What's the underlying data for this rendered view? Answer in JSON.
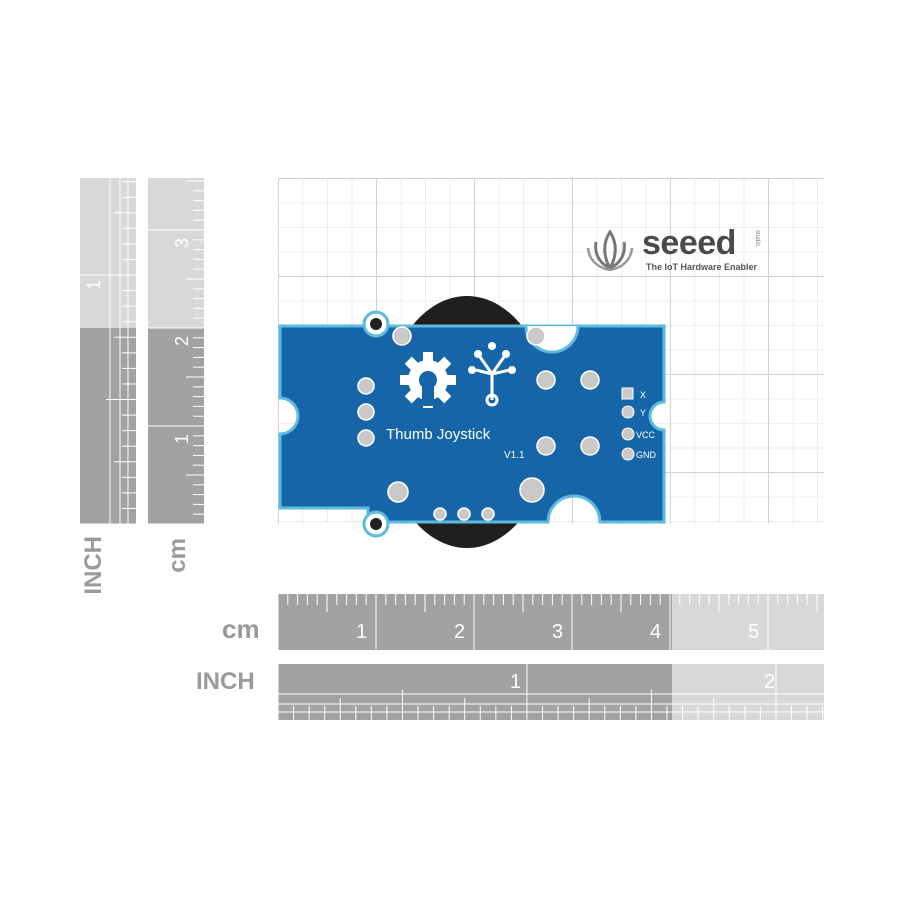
{
  "brand": {
    "name": "seeed",
    "side_text": "studio",
    "tagline": "The IoT Hardware Enabler"
  },
  "board": {
    "title": "Thumb Joystick",
    "version": "V1.1",
    "pins": [
      "X",
      "Y",
      "VCC",
      "GND"
    ],
    "color": "#1565a8"
  },
  "rulers": {
    "cm_label": "cm",
    "inch_label": "INCH",
    "h_cm_ticks": [
      "1",
      "2",
      "3",
      "4",
      "5"
    ],
    "h_inch_ticks": [
      "1",
      "2"
    ],
    "v_cm_ticks": [
      "1",
      "2",
      "3"
    ],
    "v_inch_ticks": [
      "1"
    ]
  }
}
